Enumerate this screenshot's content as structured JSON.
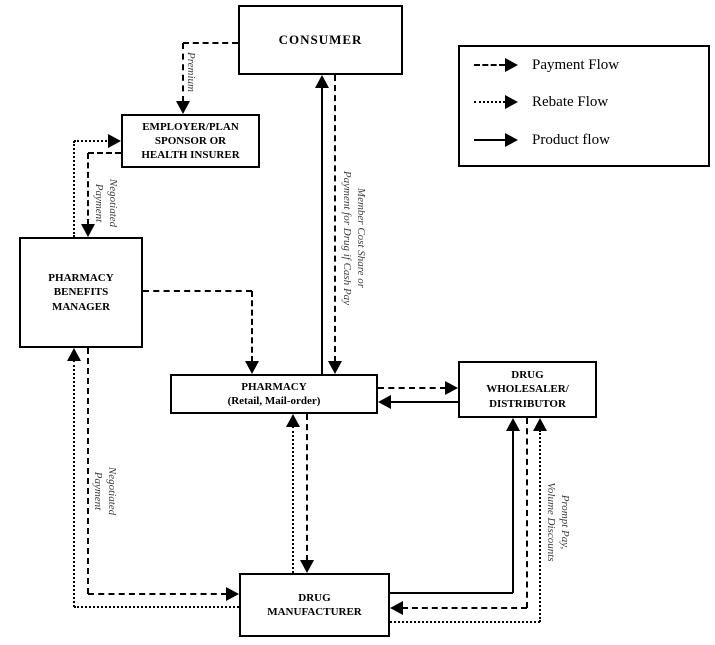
{
  "diagram": {
    "nodes": {
      "consumer": {
        "label": "CONSUMER"
      },
      "employer": {
        "lines": [
          "EMPLOYER/PLAN",
          "SPONSOR OR",
          "HEALTH INSURER"
        ]
      },
      "pbm": {
        "lines": [
          "PHARMACY",
          "BENEFITS",
          "MANAGER"
        ]
      },
      "pharmacy": {
        "lines": [
          "PHARMACY",
          "(Retail, Mail-order)"
        ]
      },
      "wholesaler": {
        "lines": [
          "DRUG",
          "WHOLESALER/",
          "DISTRIBUTOR"
        ]
      },
      "manufacturer": {
        "lines": [
          "DRUG",
          "MANUFACTURER"
        ]
      }
    },
    "edge_labels": {
      "premium": "Premium",
      "negotiated_payment_top": [
        "Negotiated",
        "Payment"
      ],
      "member_cost_share": [
        "Member Cost Share or",
        "Payment for Drug if Cash Pay"
      ],
      "negotiated_payment_bottom": [
        "Negotiated",
        "Payment"
      ],
      "prompt_pay": [
        "Prompt Pay,",
        "Volume Discounts"
      ]
    },
    "legend": {
      "items": [
        {
          "style": "dashed",
          "label": "Payment Flow"
        },
        {
          "style": "dotted",
          "label": "Rebate Flow"
        },
        {
          "style": "solid",
          "label": "Product flow"
        }
      ]
    },
    "colors": {
      "line": "#000000",
      "background": "#ffffff",
      "edge_label_text": "#3d3d3d"
    }
  }
}
